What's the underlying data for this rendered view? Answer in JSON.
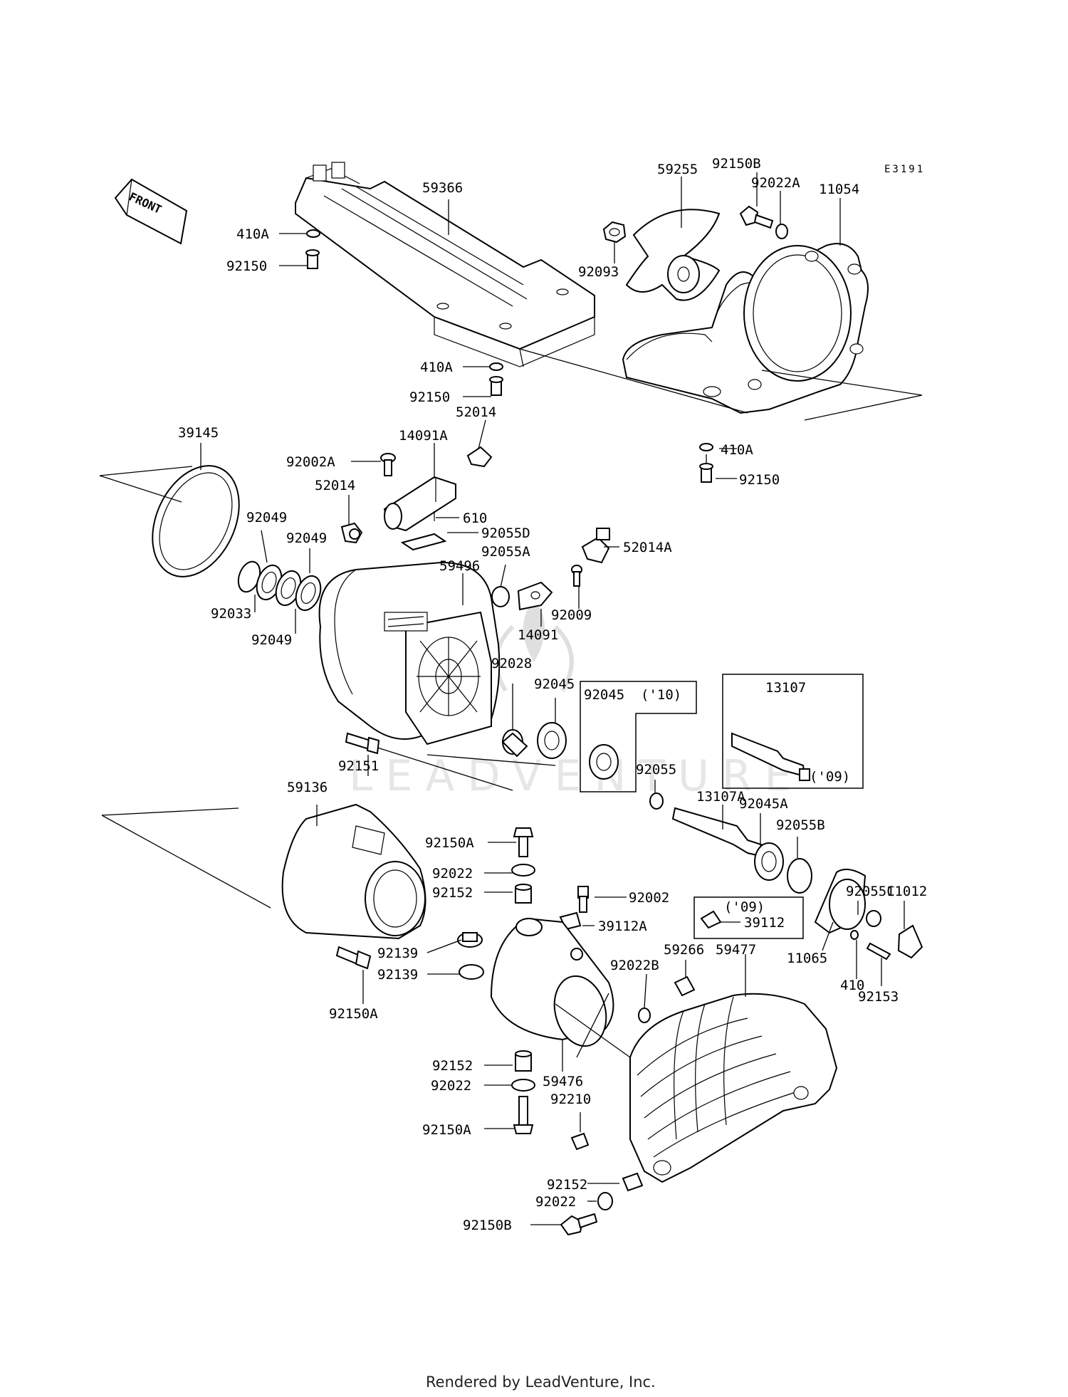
{
  "diagram_code": "E3191",
  "front_label": "FRONT",
  "watermark": "LEADVENTURE",
  "credit": "Rendered by LeadVenture, Inc.",
  "parts": {
    "p59366": "59366",
    "p410A_1": "410A",
    "p92150_1": "92150",
    "p410A_2": "410A",
    "p92150_2": "92150",
    "p59255": "59255",
    "p92150B_1": "92150B",
    "p92022A": "92022A",
    "p11054": "11054",
    "p92093": "92093",
    "p410A_3": "410A",
    "p92150_3": "92150",
    "p39145": "39145",
    "p92002A": "92002A",
    "p14091A": "14091A",
    "p52014_1": "52014",
    "p52014_2": "52014",
    "p610": "610",
    "p92055D": "92055D",
    "p92049_1": "92049",
    "p92049_2": "92049",
    "p92049_3": "92049",
    "p92033": "92033",
    "p92055A": "92055A",
    "p52014A": "52014A",
    "p59496": "59496",
    "p92009": "92009",
    "p14091": "14091",
    "p92028": "92028",
    "p92045_1": "92045",
    "p92045_2": "92045",
    "p10": "('10)",
    "p13107": "13107",
    "p09_1": "('09)",
    "p92055": "92055",
    "p92151": "92151",
    "p59136": "59136",
    "p13107A": "13107A",
    "p92045A": "92045A",
    "p92055B": "92055B",
    "p92150A_1": "92150A",
    "p92022_1": "92022",
    "p92152_1": "92152",
    "p92002": "92002",
    "p39112A": "39112A",
    "p09_2": "('09)",
    "p39112": "39112",
    "p92055C": "92055C",
    "p11012": "11012",
    "p92139_1": "92139",
    "p92139_2": "92139",
    "p59266": "59266",
    "p59477": "59477",
    "p92022B": "92022B",
    "p11065": "11065",
    "p410": "410",
    "p92153": "92153",
    "p92150A_2": "92150A",
    "p92152_2": "92152",
    "p92022_2": "92022",
    "p59476": "59476",
    "p92210": "92210",
    "p92150A_3": "92150A",
    "p92152_3": "92152",
    "p92022_3": "92022",
    "p92150B_2": "92150B"
  }
}
